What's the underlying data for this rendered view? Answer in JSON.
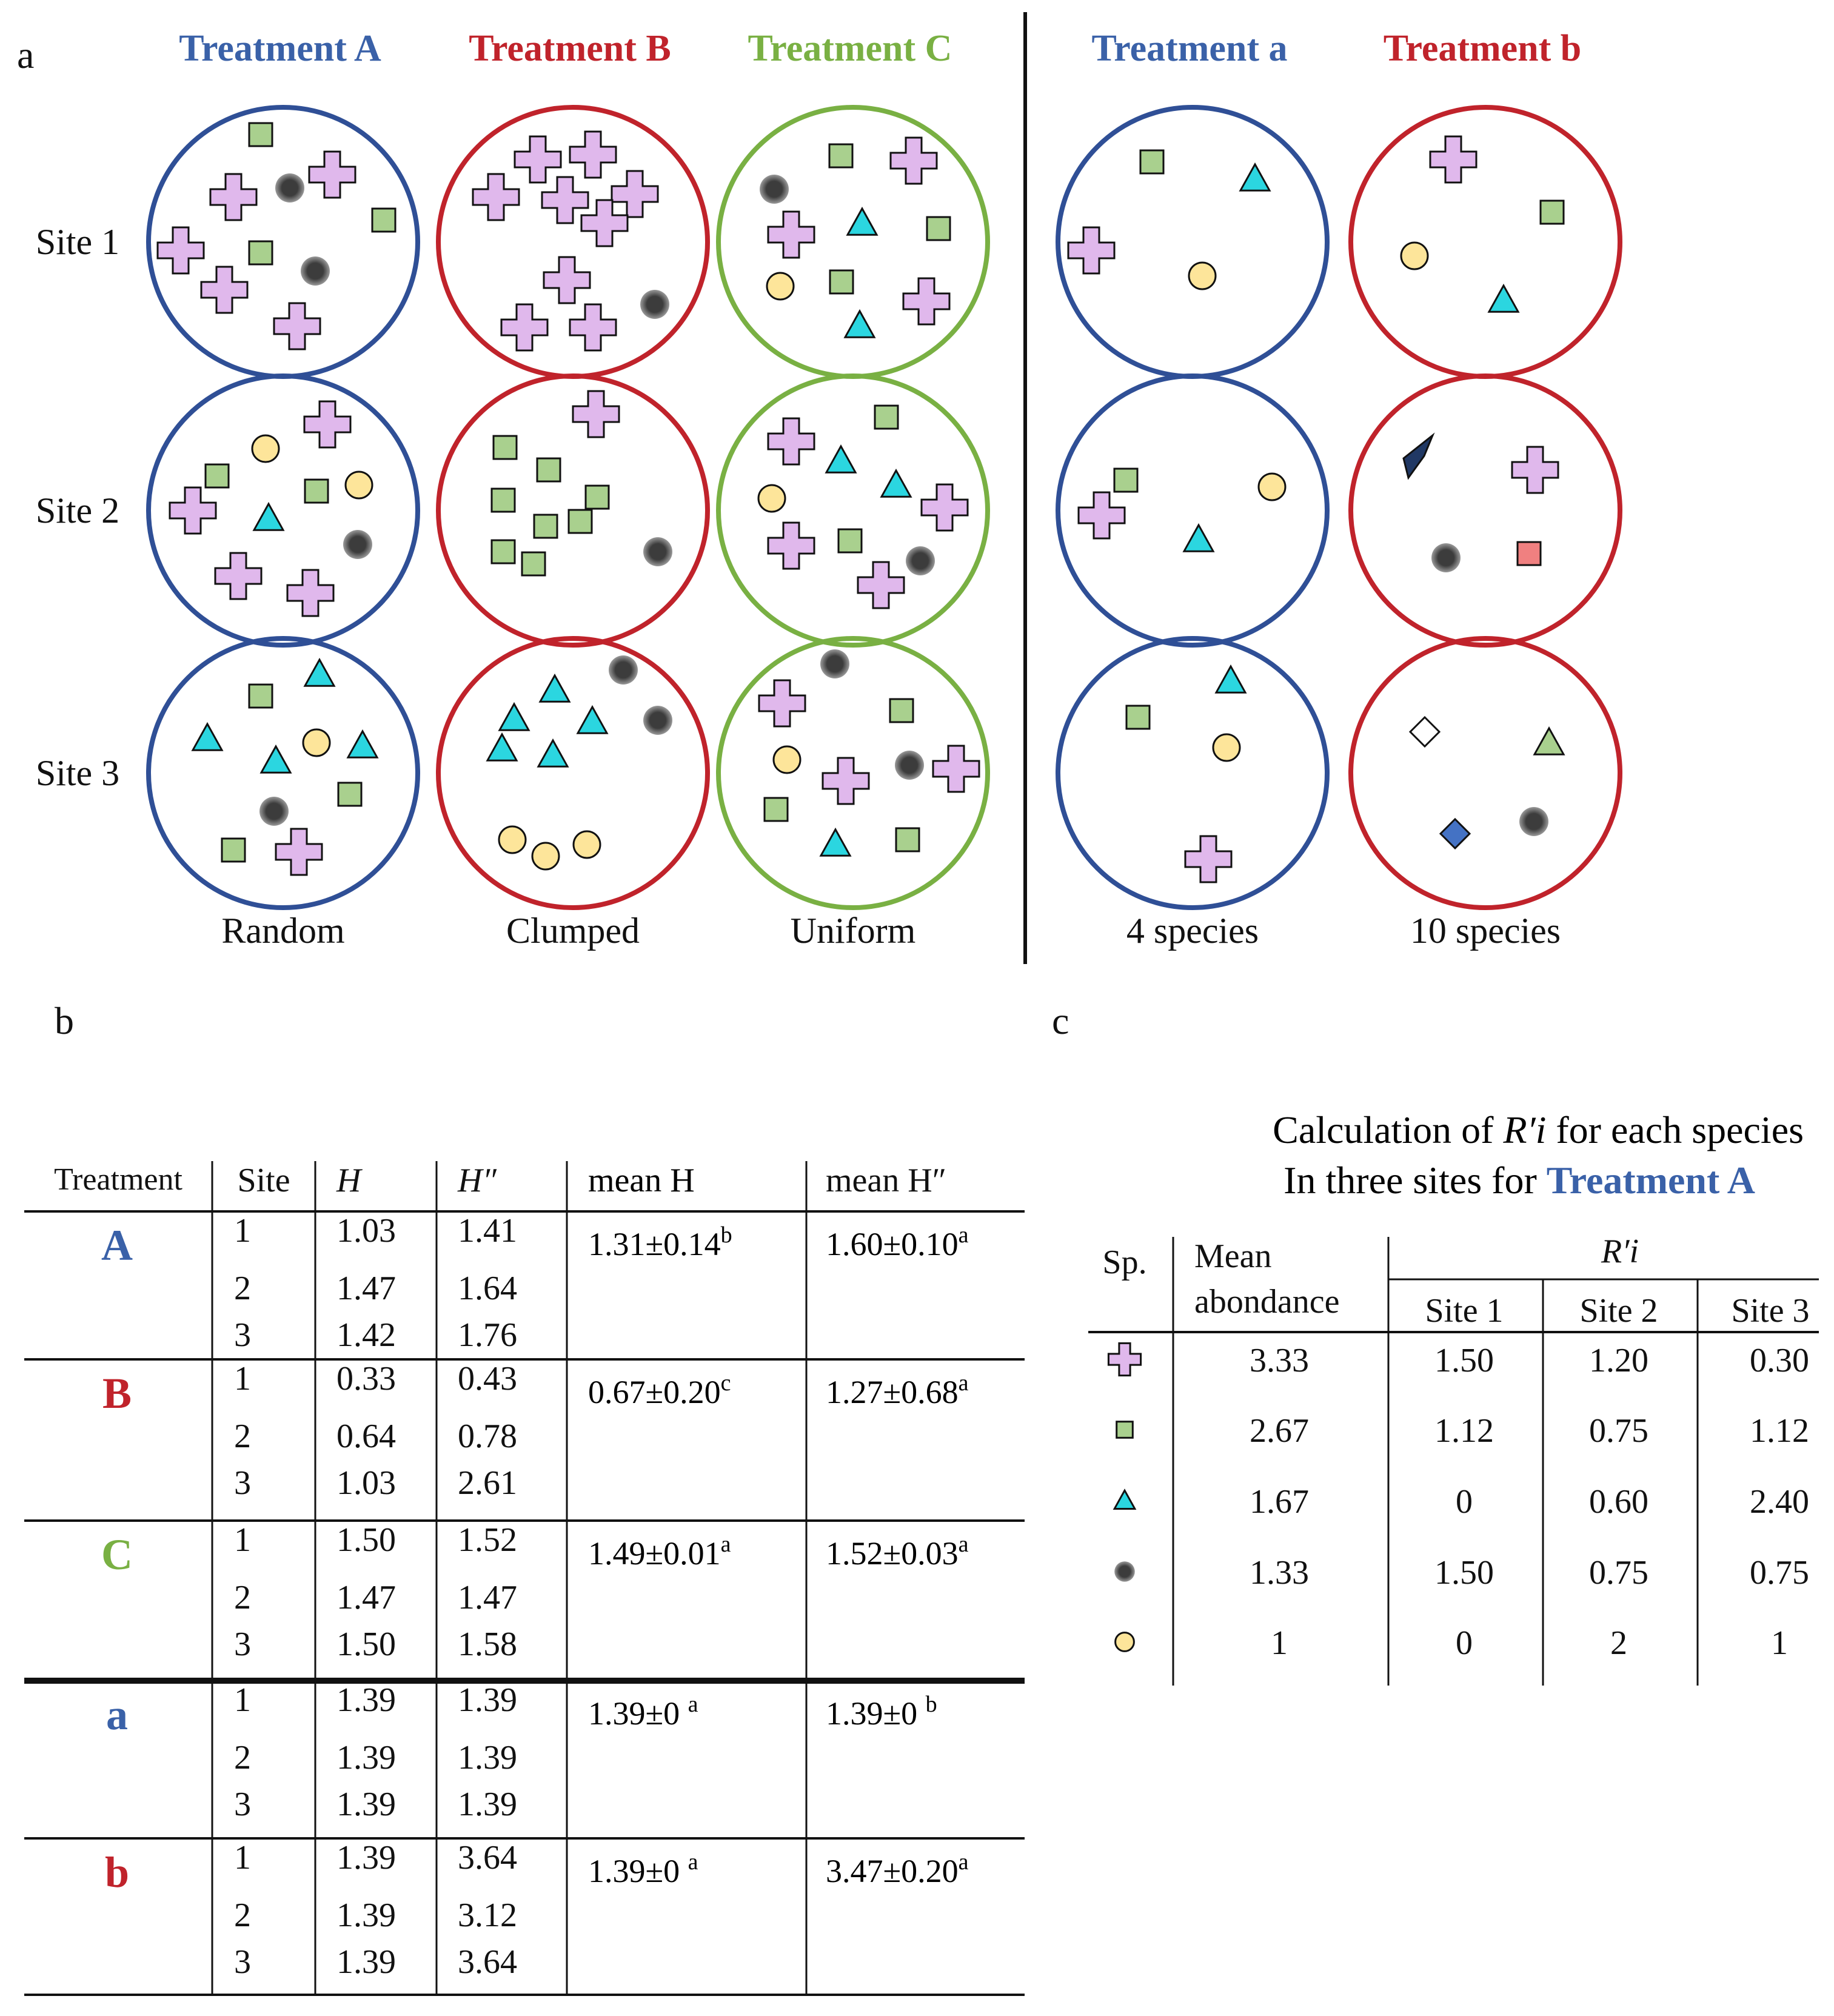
{
  "panel_labels": {
    "a": "a",
    "b": "b",
    "c": "c"
  },
  "colors": {
    "blue": "#2f4f96",
    "red": "#c0232b",
    "green": "#79b043",
    "title_blue": "#3a61a8",
    "title_red": "#c0232b",
    "title_green": "#79b043",
    "cross": "#e0b8ec",
    "square": "#a9d08e",
    "triangle": "#2bd6e0",
    "dot": "#3c3c3c",
    "circle": "#fde59a",
    "kite": "#203864",
    "red_square": "#f08080",
    "white_diamond": "#ffffff",
    "blue_diamond": "#4472c4",
    "green_triangle": "#a9d08e"
  },
  "panel_a": {
    "treatments": [
      {
        "label": "Treatment A",
        "color": "blue",
        "pattern": "Random"
      },
      {
        "label": "Treatment B",
        "color": "red",
        "pattern": "Clumped"
      },
      {
        "label": "Treatment C",
        "color": "green",
        "pattern": "Uniform"
      },
      {
        "label": "Treatment a",
        "color": "blue",
        "pattern": "4 species"
      },
      {
        "label": "Treatment b",
        "color": "red",
        "pattern": "10 species"
      }
    ],
    "sites": [
      "Site 1",
      "Site 2",
      "Site 3"
    ],
    "species_icons": [
      "cross-icon",
      "square-icon",
      "triangle-icon",
      "dot-icon",
      "circle-icon",
      "kite-icon",
      "red-square-icon",
      "white-diamond-icon",
      "blue-diamond-icon",
      "green-triangle-icon"
    ]
  },
  "panel_b": {
    "headers": [
      "Treatment",
      "Site",
      "H",
      "H″",
      "mean H",
      "mean H″"
    ],
    "groups": [
      {
        "treatment": "A",
        "color": "blue",
        "rows": [
          [
            "1",
            "1.03",
            "1.41"
          ],
          [
            "2",
            "1.47",
            "1.64"
          ],
          [
            "3",
            "1.42",
            "1.76"
          ]
        ],
        "mean_h": "1.31±0.14",
        "mean_h_sup": "b",
        "mean_h2": "1.60±0.10",
        "mean_h2_sup": "a"
      },
      {
        "treatment": "B",
        "color": "red",
        "rows": [
          [
            "1",
            "0.33",
            "0.43"
          ],
          [
            "2",
            "0.64",
            "0.78"
          ],
          [
            "3",
            "1.03",
            "2.61"
          ]
        ],
        "mean_h": "0.67±0.20",
        "mean_h_sup": "c",
        "mean_h2": "1.27±0.68",
        "mean_h2_sup": "a"
      },
      {
        "treatment": "C",
        "color": "green",
        "rows": [
          [
            "1",
            "1.50",
            "1.52"
          ],
          [
            "2",
            "1.47",
            "1.47"
          ],
          [
            "3",
            "1.50",
            "1.58"
          ]
        ],
        "mean_h": "1.49±0.01",
        "mean_h_sup": "a",
        "mean_h2": "1.52±0.03",
        "mean_h2_sup": "a"
      },
      {
        "treatment": "a",
        "color": "blue",
        "rows": [
          [
            "1",
            "1.39",
            "1.39"
          ],
          [
            "2",
            "1.39",
            "1.39"
          ],
          [
            "3",
            "1.39",
            "1.39"
          ]
        ],
        "mean_h": "1.39±0 ",
        "mean_h_sup": "a",
        "mean_h2": "1.39±0 ",
        "mean_h2_sup": "b"
      },
      {
        "treatment": "b",
        "color": "red",
        "rows": [
          [
            "1",
            "1.39",
            "3.64"
          ],
          [
            "2",
            "1.39",
            "3.12"
          ],
          [
            "3",
            "1.39",
            "3.64"
          ]
        ],
        "mean_h": "1.39±0 ",
        "mean_h_sup": "a",
        "mean_h2": "3.47±0.20",
        "mean_h2_sup": "a"
      }
    ]
  },
  "panel_c": {
    "title_line1_pre": "Calculation of ",
    "title_line1_var": "R′i",
    "title_line1_post": " for each species",
    "title_line2_pre": "In three sites for ",
    "title_line2_accent": "Treatment A",
    "col_sp": "Sp.",
    "col_mean_1": "Mean",
    "col_mean_2": "abondance",
    "col_group": "R′i",
    "col_sites": [
      "Site 1",
      "Site 2",
      "Site 3"
    ],
    "rows": [
      {
        "icon": "cross",
        "mean": "3.33",
        "values": [
          "1.50",
          "1.20",
          "0.30"
        ]
      },
      {
        "icon": "square",
        "mean": "2.67",
        "values": [
          "1.12",
          "0.75",
          "1.12"
        ]
      },
      {
        "icon": "triangle",
        "mean": "1.67",
        "values": [
          "0",
          "0.60",
          "2.40"
        ]
      },
      {
        "icon": "dot",
        "mean": "1.33",
        "values": [
          "1.50",
          "0.75",
          "0.75"
        ]
      },
      {
        "icon": "circle",
        "mean": "1",
        "values": [
          "0",
          "2",
          "1"
        ]
      }
    ]
  }
}
